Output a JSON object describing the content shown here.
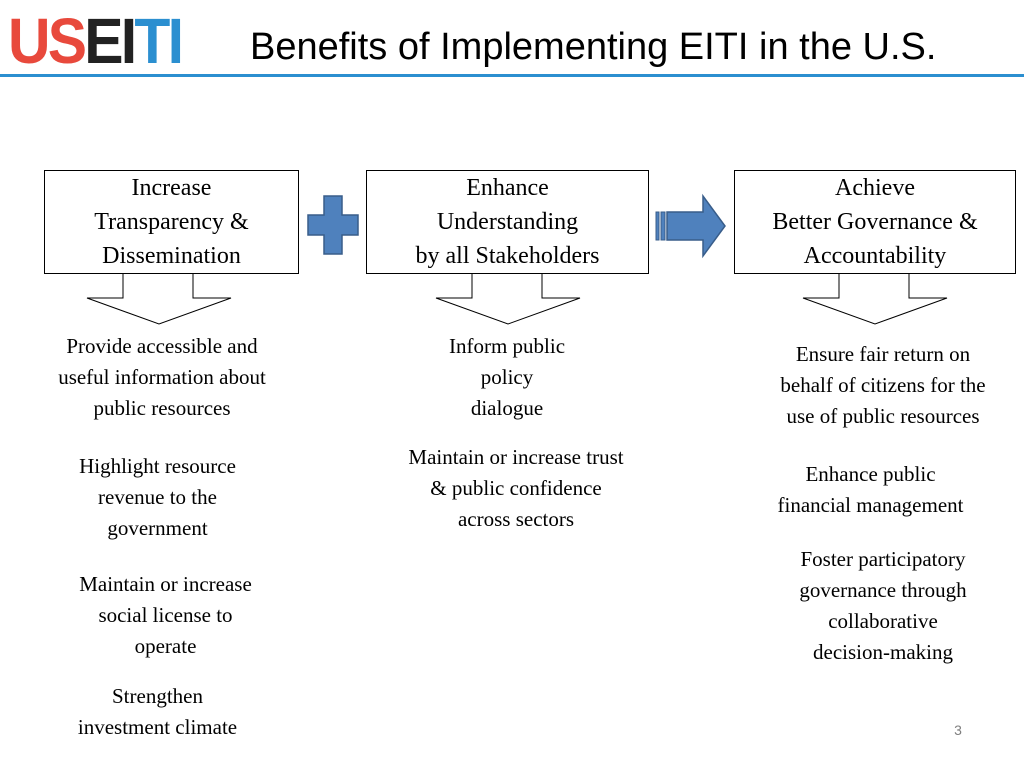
{
  "header": {
    "logo_part1": "US",
    "logo_part2": "EI",
    "logo_part3": "TI",
    "title": "Benefits of Implementing EITI in the U.S."
  },
  "boxes": [
    {
      "label": "Increase\nTransparency &\nDissemination"
    },
    {
      "label": "Enhance\nUnderstanding\nby all Stakeholders"
    },
    {
      "label": "Achieve\nBetter Governance &\nAccountability"
    }
  ],
  "column1": {
    "items": [
      "Provide accessible and\nuseful information about\npublic resources",
      "Highlight resource\nrevenue to the\ngovernment",
      "Maintain or increase\nsocial license to\noperate",
      "Strengthen\ninvestment climate"
    ]
  },
  "column2": {
    "items": [
      "Inform public\npolicy\ndialogue",
      "Maintain or increase trust\n& public confidence\nacross sectors"
    ]
  },
  "column3": {
    "items": [
      "Ensure fair return on\nbehalf of citizens for the\nuse of public resources",
      "Enhance public\nfinancial management",
      "Foster participatory\ngovernance through\ncollaborative\ndecision-making"
    ]
  },
  "footer": {
    "page_number": "3"
  },
  "colors": {
    "logo_red": "#e8493c",
    "logo_black": "#222222",
    "logo_blue": "#2b8fd0",
    "shape_fill": "#4f81bd",
    "shape_stroke": "#385d8a"
  },
  "icons": {
    "plus": "plus-icon",
    "arrow": "striped-right-arrow-icon",
    "down_arrow": "down-arrow-callout-icon"
  }
}
